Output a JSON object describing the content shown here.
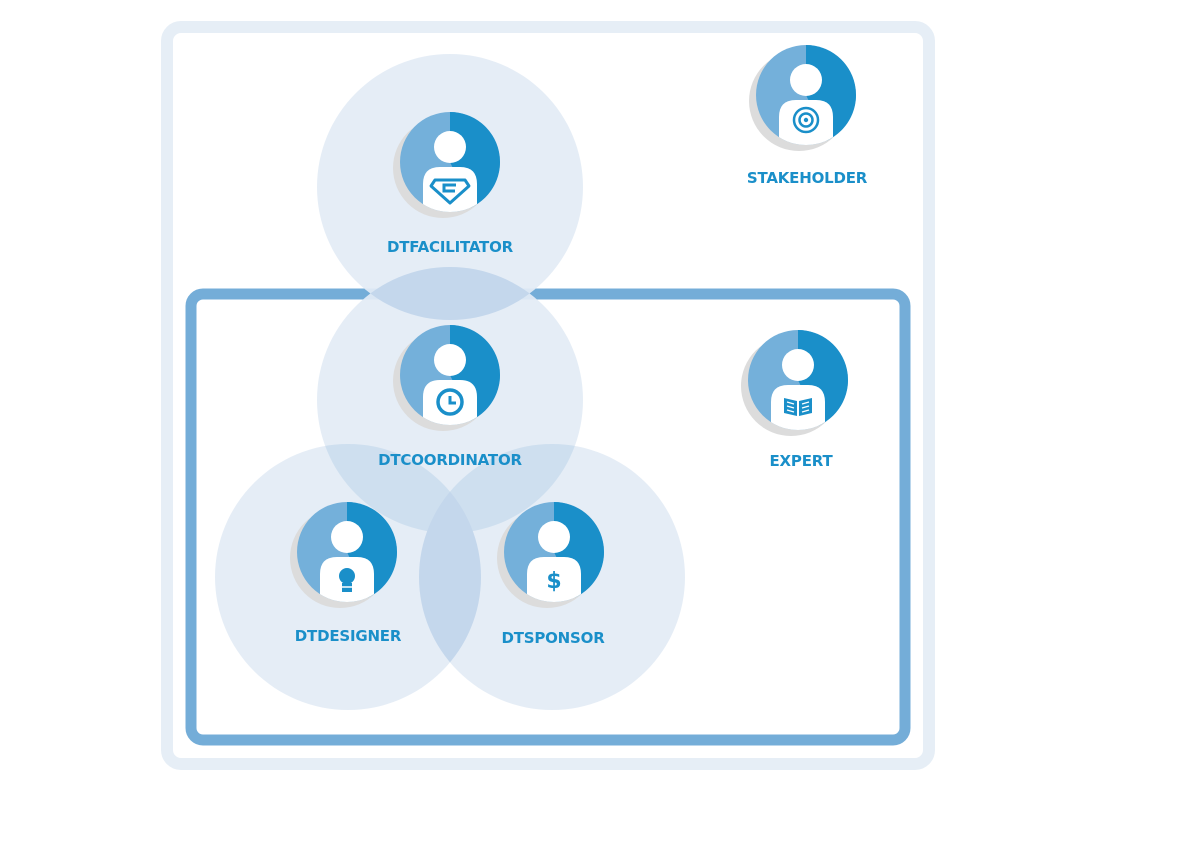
{
  "colors": {
    "outer_frame": "#e6eef6",
    "inner_frame": "#74add8",
    "circle_fill": "#e3ecf5",
    "overlap_fill": "#c4d7ec",
    "avatar_light": "#74b0da",
    "avatar_dark": "#1a8fc9",
    "avatar_shadow": "#dcdcdc",
    "label": "#1a8fc9"
  },
  "roles": [
    {
      "key": "facilitator",
      "label": "DTFACILITATOR",
      "icon": "superhero-emblem-icon"
    },
    {
      "key": "coordinator",
      "label": "DTCOORDINATOR",
      "icon": "clock-icon"
    },
    {
      "key": "designer",
      "label": "DTDESIGNER",
      "icon": "lightbulb-icon"
    },
    {
      "key": "sponsor",
      "label": "DTSPONSOR",
      "icon": "dollar-icon"
    },
    {
      "key": "expert",
      "label": "EXPERT",
      "icon": "open-book-icon"
    },
    {
      "key": "stakeholder",
      "label": "STAKEHOLDER",
      "icon": "target-icon"
    }
  ]
}
